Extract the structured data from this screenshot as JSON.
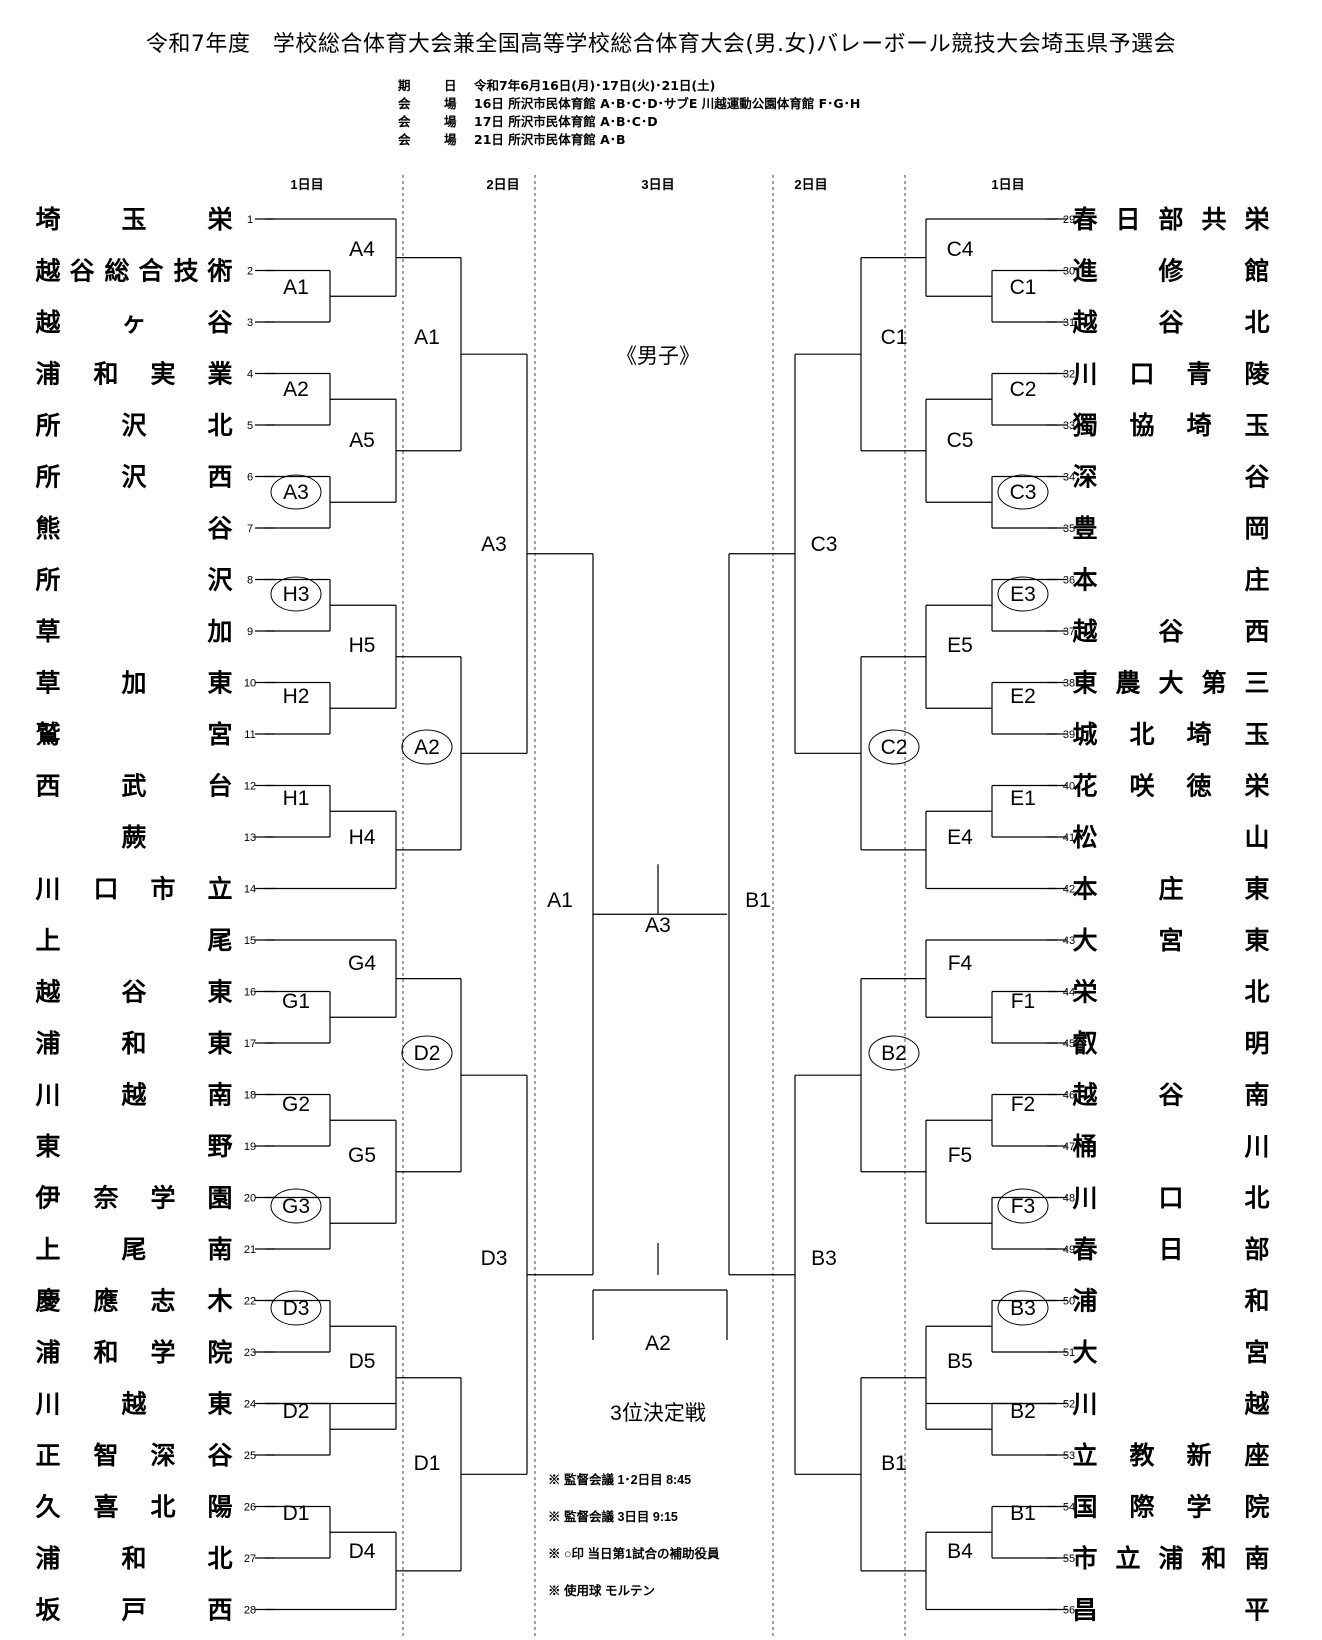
{
  "title": "令和7年度　学校総合体育大会兼全国高等学校総合体育大会(男.女)バレーボール競技大会埼玉県予選会",
  "info": [
    {
      "k1": "期",
      "k2": "日",
      "v": "令和7年6月16日(月)･17日(火)･21日(土)"
    },
    {
      "k1": "会",
      "k2": "場",
      "v": "16日 所沢市民体育館 A･B･C･D･サブE 川越運動公園体育館 F･G･H"
    },
    {
      "k1": "会",
      "k2": "場",
      "v": "17日 所沢市民体育館 A･B･C･D"
    },
    {
      "k1": "会",
      "k2": "場",
      "v": "21日 所沢市民体育館 A･B"
    }
  ],
  "day_headers": [
    "1日目",
    "2日目",
    "3日目",
    "2日目",
    "1日目"
  ],
  "division": "《男子》",
  "left_teams": [
    {
      "no": "1",
      "chars": [
        "埼",
        "玉",
        "栄"
      ]
    },
    {
      "no": "2",
      "chars": [
        "越",
        "谷",
        "総",
        "合",
        "技",
        "術"
      ]
    },
    {
      "no": "3",
      "chars": [
        "越",
        "ヶ",
        "谷"
      ]
    },
    {
      "no": "4",
      "chars": [
        "浦",
        "和",
        "実",
        "業"
      ]
    },
    {
      "no": "5",
      "chars": [
        "所",
        "沢",
        "北"
      ]
    },
    {
      "no": "6",
      "chars": [
        "所",
        "沢",
        "西"
      ]
    },
    {
      "no": "7",
      "chars": [
        "熊",
        "",
        "谷"
      ]
    },
    {
      "no": "8",
      "chars": [
        "所",
        "",
        "沢"
      ]
    },
    {
      "no": "9",
      "chars": [
        "草",
        "",
        "加"
      ]
    },
    {
      "no": "10",
      "chars": [
        "草",
        "加",
        "東"
      ]
    },
    {
      "no": "11",
      "chars": [
        "鷲",
        "",
        "宮"
      ]
    },
    {
      "no": "12",
      "chars": [
        "西",
        "武",
        "台"
      ]
    },
    {
      "no": "13",
      "chars": [
        "",
        "蕨",
        ""
      ]
    },
    {
      "no": "14",
      "chars": [
        "川",
        "口",
        "市",
        "立"
      ]
    },
    {
      "no": "15",
      "chars": [
        "上",
        "",
        "尾"
      ]
    },
    {
      "no": "16",
      "chars": [
        "越",
        "谷",
        "東"
      ]
    },
    {
      "no": "17",
      "chars": [
        "浦",
        "和",
        "東"
      ]
    },
    {
      "no": "18",
      "chars": [
        "川",
        "越",
        "南"
      ]
    },
    {
      "no": "19",
      "chars": [
        "東",
        "",
        "野"
      ]
    },
    {
      "no": "20",
      "chars": [
        "伊",
        "奈",
        "学",
        "園"
      ]
    },
    {
      "no": "21",
      "chars": [
        "上",
        "尾",
        "南"
      ]
    },
    {
      "no": "22",
      "chars": [
        "慶",
        "應",
        "志",
        "木"
      ]
    },
    {
      "no": "23",
      "chars": [
        "浦",
        "和",
        "学",
        "院"
      ]
    },
    {
      "no": "24",
      "chars": [
        "川",
        "越",
        "東"
      ]
    },
    {
      "no": "25",
      "chars": [
        "正",
        "智",
        "深",
        "谷"
      ]
    },
    {
      "no": "26",
      "chars": [
        "久",
        "喜",
        "北",
        "陽"
      ]
    },
    {
      "no": "27",
      "chars": [
        "浦",
        "和",
        "北"
      ]
    },
    {
      "no": "28",
      "chars": [
        "坂",
        "戸",
        "西"
      ]
    }
  ],
  "right_teams": [
    {
      "no": "29",
      "chars": [
        "春",
        "日",
        "部",
        "共",
        "栄"
      ]
    },
    {
      "no": "30",
      "chars": [
        "進",
        "修",
        "館"
      ]
    },
    {
      "no": "31",
      "chars": [
        "越",
        "谷",
        "北"
      ]
    },
    {
      "no": "32",
      "chars": [
        "川",
        "口",
        "青",
        "陵"
      ]
    },
    {
      "no": "33",
      "chars": [
        "獨",
        "協",
        "埼",
        "玉"
      ]
    },
    {
      "no": "34",
      "chars": [
        "深",
        "",
        "谷"
      ]
    },
    {
      "no": "35",
      "chars": [
        "豊",
        "",
        "岡"
      ]
    },
    {
      "no": "36",
      "chars": [
        "本",
        "",
        "庄"
      ]
    },
    {
      "no": "37",
      "chars": [
        "越",
        "谷",
        "西"
      ]
    },
    {
      "no": "38",
      "chars": [
        "東",
        "農",
        "大",
        "第",
        "三"
      ]
    },
    {
      "no": "39",
      "chars": [
        "城",
        "北",
        "埼",
        "玉"
      ]
    },
    {
      "no": "40",
      "chars": [
        "花",
        "咲",
        "徳",
        "栄"
      ]
    },
    {
      "no": "41",
      "chars": [
        "松",
        "",
        "山"
      ]
    },
    {
      "no": "42",
      "chars": [
        "本",
        "庄",
        "東"
      ]
    },
    {
      "no": "43",
      "chars": [
        "大",
        "宮",
        "東"
      ]
    },
    {
      "no": "44",
      "chars": [
        "栄",
        "",
        "北"
      ]
    },
    {
      "no": "45",
      "chars": [
        "叡",
        "",
        "明"
      ]
    },
    {
      "no": "46",
      "chars": [
        "越",
        "谷",
        "南"
      ]
    },
    {
      "no": "47",
      "chars": [
        "桶",
        "",
        "川"
      ]
    },
    {
      "no": "48",
      "chars": [
        "川",
        "口",
        "北"
      ]
    },
    {
      "no": "49",
      "chars": [
        "春",
        "日",
        "部"
      ]
    },
    {
      "no": "50",
      "chars": [
        "浦",
        "",
        "和"
      ]
    },
    {
      "no": "51",
      "chars": [
        "大",
        "",
        "宮"
      ]
    },
    {
      "no": "52",
      "chars": [
        "川",
        "",
        "越"
      ]
    },
    {
      "no": "53",
      "chars": [
        "立",
        "教",
        "新",
        "座"
      ]
    },
    {
      "no": "54",
      "chars": [
        "国",
        "際",
        "学",
        "院"
      ]
    },
    {
      "no": "55",
      "chars": [
        "市",
        "立",
        "浦",
        "和",
        "南"
      ]
    },
    {
      "no": "56",
      "chars": [
        "昌",
        "",
        "平"
      ]
    }
  ],
  "match_labels": [
    "A4",
    "A1",
    "A2",
    "A5",
    "A3",
    "H3",
    "H5",
    "H2",
    "A2",
    "H1",
    "H4",
    "A3",
    "A1",
    "G4",
    "G1",
    "D2",
    "G2",
    "G5",
    "G3",
    "D3",
    "D3",
    "D5",
    "D2",
    "D1",
    "D1",
    "D4",
    "A1",
    "A3",
    "B1",
    "A2",
    "C4",
    "C1",
    "C1",
    "C2",
    "C5",
    "C3",
    "C3",
    "E3",
    "E5",
    "E2",
    "C2",
    "E1",
    "E4",
    "F4",
    "F1",
    "B2",
    "F2",
    "F5",
    "F3",
    "B3",
    "B3",
    "B5",
    "B2",
    "B1",
    "B1",
    "B4"
  ],
  "third_place_label": "3位決定戦",
  "notes": [
    "※ 監督会議 1･2日目 8:45",
    "※ 監督会議 3日目 9:15",
    "※ ○印 当日第1試合の補助役員",
    "※ 使用球 モルテン"
  ]
}
